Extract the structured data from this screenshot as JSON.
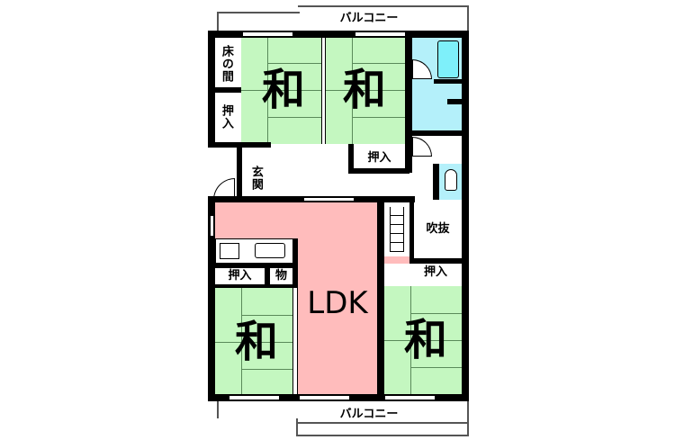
{
  "floorplan": {
    "balcony_top": "バルコニー",
    "balcony_bottom": "バルコニー",
    "rooms": {
      "tokonoma": "床の間",
      "oshiire_left_top": "押入",
      "washitsu_top_left": "和",
      "washitsu_top_right": "和",
      "oshiire_mid": "押入",
      "genkan": "玄関",
      "fukinuke": "吹抜",
      "oshiire_right": "押入",
      "oshiire_left_bottom": "押入",
      "mono": "物",
      "ldk": "LDK",
      "washitsu_bottom_left": "和",
      "washitsu_bottom_right": "和"
    },
    "colors": {
      "tatami": "#c4f7c0",
      "ldk": "#ffbcbc",
      "wet_area": "#b4f0fa",
      "bathtub": "#7ef0fa",
      "wall": "#000000"
    }
  }
}
